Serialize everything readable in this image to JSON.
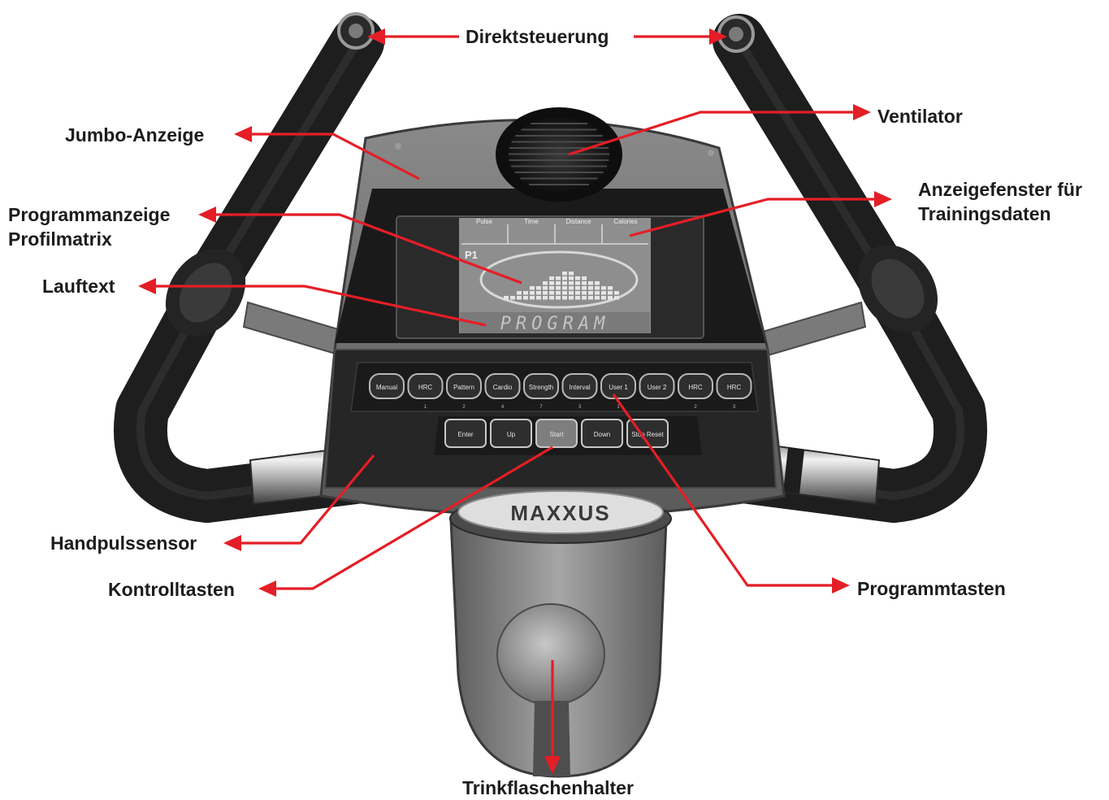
{
  "labels": {
    "direktsteuerung": "Direktsteuerung",
    "ventilator": "Ventilator",
    "jumbo": "Jumbo-Anzeige",
    "anzeigefenster_1": "Anzeigefenster für",
    "anzeigefenster_2": "Trainingsdaten",
    "programmanzeige_1": "Programmanzeige",
    "programmanzeige_2": "Profilmatrix",
    "lauftext": "Lauftext",
    "handpuls": "Handpulssensor",
    "kontrolltasten": "Kontrolltasten",
    "programmtasten": "Programmtasten",
    "trinkflaschen": "Trinkflaschenhalter"
  },
  "device": {
    "brand": "MAXXUS",
    "lcd_headers": [
      "Pulse",
      "Time",
      "Distance",
      "Calories"
    ],
    "lcd_program": "P1",
    "lcd_marquee": "PROGRAM",
    "program_buttons": [
      {
        "label": "Manual",
        "num": ""
      },
      {
        "label": "HRC",
        "num": "1"
      },
      {
        "label": "Pattern",
        "num": "2"
      },
      {
        "label": "Cardio",
        "num": "4"
      },
      {
        "label": "Strength",
        "num": "7"
      },
      {
        "label": "Interval",
        "num": "3"
      },
      {
        "label": "User 1",
        "num": "1"
      },
      {
        "label": "User 2",
        "num": ""
      },
      {
        "label": "HRC",
        "num": "2"
      },
      {
        "label": "HRC",
        "num": "3"
      }
    ],
    "control_buttons": [
      "Enter",
      "Up",
      "Start",
      "Down",
      "Stop Reset"
    ]
  },
  "colors": {
    "arrow": "#e41e26",
    "label_text": "#1c1c1c",
    "grip": "#1e1e1e",
    "console": "#6c6c6c",
    "lcd": "#8e8e8e"
  }
}
